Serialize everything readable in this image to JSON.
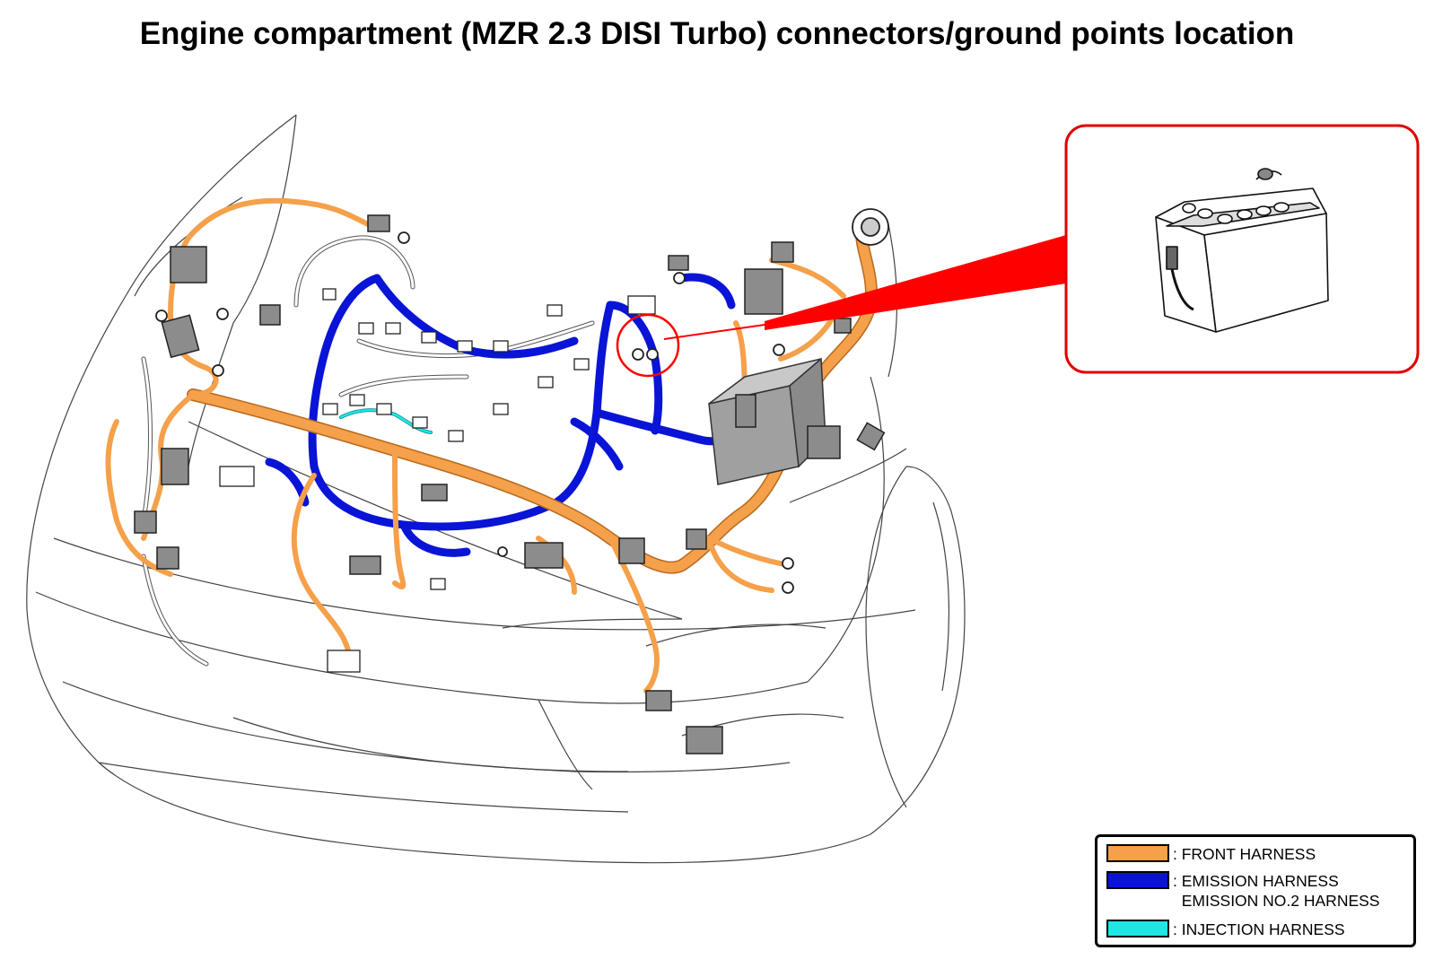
{
  "title": "Engine compartment (MZR 2.3 DISI Turbo) connectors/ground points location",
  "colors": {
    "front_harness": "#f5a04a",
    "emission_harness": "#0a14d6",
    "injection_harness": "#1fe6e6",
    "highlight": "#ff0000",
    "connector": "#8c8c8c"
  },
  "legend": [
    {
      "color": "#f5a04a",
      "prefix": ": ",
      "lines": [
        "FRONT HARNESS"
      ]
    },
    {
      "color": "#0a14d6",
      "prefix": ": ",
      "lines": [
        "EMISSION HARNESS",
        "EMISSION NO.2 HARNESS"
      ]
    },
    {
      "color": "#1fe6e6",
      "prefix": ": ",
      "lines": [
        "INJECTION HARNESS"
      ]
    }
  ],
  "inset": {
    "subject": "battery-detail"
  }
}
